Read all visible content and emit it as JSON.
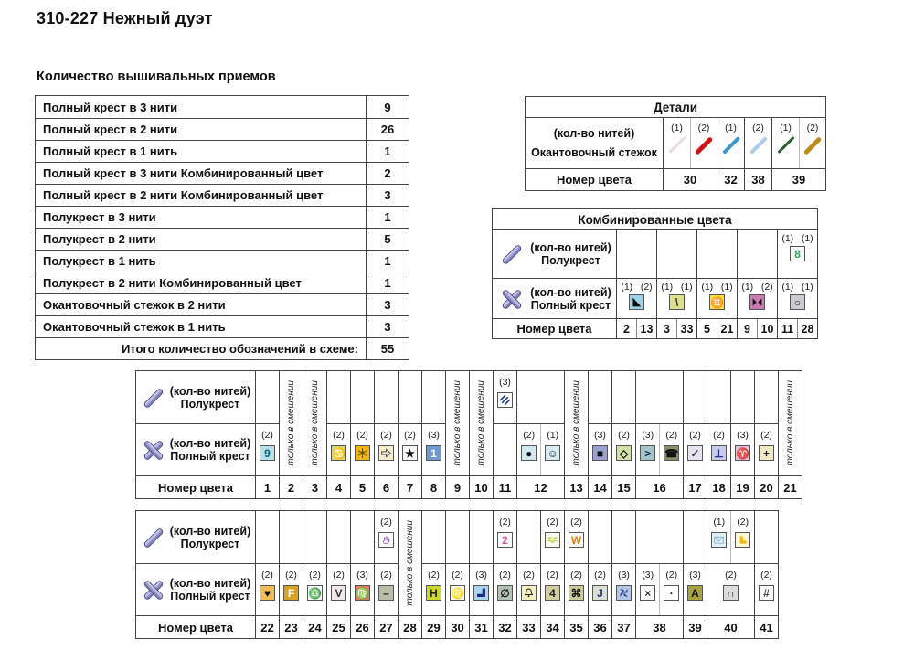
{
  "page": {
    "title": "310-227  Нежный дуэт",
    "section_title": "Количество вышивальных приемов"
  },
  "labels": {
    "count": "(кол-во нитей)",
    "half": "Полукрест",
    "full": "Полный крест",
    "number": "Номер цвета",
    "edge": "Окантовочный стежок",
    "mix": "только в смешении"
  },
  "summary": {
    "rows": [
      {
        "label": "Полный крест в 3 нити",
        "value": "9"
      },
      {
        "label": "Полный крест в 2 нити",
        "value": "26"
      },
      {
        "label": "Полный крест в 1 нить",
        "value": "1"
      },
      {
        "label": "Полный крест в 3 нити Комбинированный цвет",
        "value": "2"
      },
      {
        "label": "Полный крест в 2 нити Комбинированный цвет",
        "value": "3"
      },
      {
        "label": "Полукрест в 3 нити",
        "value": "1"
      },
      {
        "label": "Полукрест в 2 нити",
        "value": "5"
      },
      {
        "label": "Полукрест в 1 нить",
        "value": "1"
      },
      {
        "label": "Полукрест в 2 нити Комбинированный цвет",
        "value": "1"
      },
      {
        "label": "Окантовочный стежок в 2 нити",
        "value": "3"
      },
      {
        "label": "Окантовочный стежок в 1 нить",
        "value": "3"
      }
    ],
    "total_label": "Итого количество обозначений в схеме:",
    "total_value": "55"
  },
  "details": {
    "title": "Детали",
    "columns": [
      {
        "number": "30",
        "strands": [
          {
            "c": "(1)",
            "color": "#eddcdc",
            "h": 3
          },
          {
            "c": "(2)",
            "color": "#cc1414",
            "h": 5
          }
        ]
      },
      {
        "number": "32",
        "strands": [
          {
            "c": "(1)",
            "color": "#3e96cc",
            "h": 4
          }
        ]
      },
      {
        "number": "38",
        "strands": [
          {
            "c": "(2)",
            "color": "#abcdec",
            "h": 4
          }
        ]
      },
      {
        "number": "39",
        "strands": [
          {
            "c": "(1)",
            "color": "#2e5e2e",
            "h": 3
          },
          {
            "c": "(2)",
            "color": "#bd8b1a",
            "h": 5
          }
        ]
      }
    ]
  },
  "combined": {
    "title": "Комбинированные цвета",
    "pairs": [
      {
        "numbers": [
          "2",
          "13"
        ],
        "full": {
          "counts": [
            "(1)",
            "(2)"
          ],
          "g": "svg:triangle-ll",
          "bg": "#9ed3e9",
          "fg": "#111111"
        }
      },
      {
        "numbers": [
          "3",
          "33"
        ],
        "full": {
          "counts": [
            "(1)",
            "(1)"
          ],
          "g": "\\",
          "bg": "#dce08d",
          "fg": "#333333"
        }
      },
      {
        "numbers": [
          "5",
          "21"
        ],
        "full": {
          "counts": [
            "(1)",
            "(1)"
          ],
          "g": "♊",
          "bg": "#f6e339",
          "fg": "#333333"
        }
      },
      {
        "numbers": [
          "9",
          "10"
        ],
        "full": {
          "counts": [
            "(1)",
            "(2)"
          ],
          "g": "svg:bowtie",
          "bg": "#cb7ab4",
          "fg": "#111111"
        }
      },
      {
        "numbers": [
          "11",
          "28"
        ],
        "half": {
          "counts": [
            "(1)",
            "(1)"
          ],
          "g": "8",
          "bg": "#ffffff",
          "fg": "#2e9e5b"
        },
        "full": {
          "counts": [
            "(1)",
            "(1)"
          ],
          "g": "○",
          "bg": "#caccd3",
          "fg": "#222222"
        }
      }
    ]
  },
  "legend1": {
    "columns": [
      {
        "number": "1",
        "full": [
          {
            "c": "(2)",
            "g": "9",
            "bg": "#b9dfe9",
            "fg": "#0a6078"
          }
        ]
      },
      {
        "number": "2",
        "mix": true
      },
      {
        "number": "3",
        "mix": true
      },
      {
        "number": "4",
        "full": [
          {
            "c": "(2)",
            "g": "♋",
            "bg": "#d8da69",
            "fg": "#44441a"
          }
        ]
      },
      {
        "number": "5",
        "full": [
          {
            "c": "(2)",
            "g": "svg:snowflake",
            "bg": "#f2b70a",
            "fg": "#6b5100"
          }
        ]
      },
      {
        "number": "6",
        "full": [
          {
            "c": "(2)",
            "g": "svg:arrow-right",
            "bg": "#f4eecd",
            "fg": "#555555"
          }
        ]
      },
      {
        "number": "7",
        "full": [
          {
            "c": "(2)",
            "g": "★",
            "bg": "#fbf8f8",
            "fg": "#111111"
          }
        ]
      },
      {
        "number": "8",
        "full": [
          {
            "c": "(3)",
            "g": "1",
            "bg": "#6c99d2",
            "fg": "#ffffff"
          }
        ]
      },
      {
        "number": "9",
        "mix": true
      },
      {
        "number": "10",
        "mix": true
      },
      {
        "number": "11",
        "half": [
          {
            "c": "(3)",
            "g": "svg:tri-lines",
            "bg": "#ffffff",
            "fg": "#2a3f8f"
          }
        ]
      },
      {
        "number": "12",
        "span": 2,
        "full": [
          {
            "c": "(2)",
            "g": "●",
            "bg": "#d3e9f2",
            "fg": "#111111"
          },
          {
            "c": "(1)",
            "g": "☺",
            "bg": "#d8ecf4",
            "fg": "#333333"
          }
        ]
      },
      {
        "number": "13",
        "mix": true
      },
      {
        "number": "14",
        "full": [
          {
            "c": "(3)",
            "g": "■",
            "bg": "#9aa0d0",
            "fg": "#111111"
          }
        ]
      },
      {
        "number": "15",
        "full": [
          {
            "c": "(2)",
            "g": "◇",
            "bg": "#d0e1a4",
            "fg": "#111111"
          }
        ]
      },
      {
        "number": "16",
        "span": 2,
        "full": [
          {
            "c": "(3)",
            "g": ">",
            "bg": "#a3c4c9",
            "fg": "#15254f"
          },
          {
            "c": "(2)",
            "g": "☎",
            "bg": "#87906b",
            "fg": "#111111"
          }
        ]
      },
      {
        "number": "17",
        "full": [
          {
            "c": "(2)",
            "g": "✓",
            "bg": "#e9e2f2",
            "fg": "#333333"
          }
        ]
      },
      {
        "number": "18",
        "full": [
          {
            "c": "(2)",
            "g": "⊥",
            "bg": "#c8cbe9",
            "fg": "#23308f"
          }
        ]
      },
      {
        "number": "19",
        "full": [
          {
            "c": "(3)",
            "g": "♈",
            "bg": "#e4bfe6",
            "fg": "#c2379f"
          }
        ]
      },
      {
        "number": "20",
        "full": [
          {
            "c": "(2)",
            "g": "+",
            "bg": "#efe9c4",
            "fg": "#111111"
          }
        ]
      },
      {
        "number": "21",
        "mix": true
      }
    ]
  },
  "legend2": {
    "columns": [
      {
        "number": "22",
        "full": [
          {
            "c": "(2)",
            "g": "♥",
            "bg": "#f2bc57",
            "fg": "#111111"
          }
        ]
      },
      {
        "number": "23",
        "full": [
          {
            "c": "(2)",
            "g": "F",
            "bg": "#d8a41f",
            "fg": "#ffffff"
          }
        ]
      },
      {
        "number": "24",
        "full": [
          {
            "c": "(2)",
            "g": "♎",
            "bg": "#fbfbfb",
            "fg": "#111111"
          }
        ]
      },
      {
        "number": "25",
        "full": [
          {
            "c": "(2)",
            "g": "V",
            "bg": "#f1e9e9",
            "fg": "#333333"
          }
        ]
      },
      {
        "number": "26",
        "full": [
          {
            "c": "(3)",
            "g": "♍",
            "bg": "#e97b63",
            "fg": "#7e1313"
          }
        ]
      },
      {
        "number": "27",
        "half": [
          {
            "c": "(2)",
            "g": "svg:hand",
            "bg": "#fdfcfe",
            "fg": "#9a5bb5"
          }
        ],
        "full": [
          {
            "c": "(2)",
            "g": "–",
            "bg": "#b9bda9",
            "fg": "#222222"
          }
        ]
      },
      {
        "number": "28",
        "mix": true
      },
      {
        "number": "29",
        "full": [
          {
            "c": "(2)",
            "g": "H",
            "bg": "#ccd92b",
            "fg": "#222222"
          }
        ]
      },
      {
        "number": "30",
        "full": [
          {
            "c": "(2)",
            "g": "♌",
            "bg": "#fcfcfc",
            "fg": "#111111"
          }
        ]
      },
      {
        "number": "31",
        "full": [
          {
            "c": "(3)",
            "g": "svg:elbow",
            "bg": "#a9d5ee",
            "fg": "#1d2f7c"
          }
        ]
      },
      {
        "number": "32",
        "half": [
          {
            "c": "(2)",
            "g": "2",
            "bg": "#ffffff",
            "fg": "#e0549c"
          }
        ],
        "full": [
          {
            "c": "(2)",
            "g": "∅",
            "bg": "#b4c4b4",
            "fg": "#222222"
          }
        ]
      },
      {
        "number": "33",
        "full": [
          {
            "c": "(2)",
            "g": "svg:bell",
            "bg": "#f7f2bd",
            "fg": "#222222"
          }
        ]
      },
      {
        "number": "34",
        "half": [
          {
            "c": "(2)",
            "g": "svg:wavy",
            "bg": "#fefef6",
            "fg": "#b7c621"
          }
        ],
        "full": [
          {
            "c": "(2)",
            "g": "4",
            "bg": "#d2cf9e",
            "fg": "#222222"
          }
        ]
      },
      {
        "number": "35",
        "half": [
          {
            "c": "(2)",
            "g": "W",
            "bg": "#fffdf8",
            "fg": "#e28100"
          }
        ],
        "full": [
          {
            "c": "(2)",
            "g": "⌘",
            "bg": "#cccb99",
            "fg": "#111111"
          }
        ]
      },
      {
        "number": "36",
        "full": [
          {
            "c": "(2)",
            "g": "J",
            "bg": "#dbe0d4",
            "fg": "#1d2f7c"
          }
        ]
      },
      {
        "number": "37",
        "full": [
          {
            "c": "(3)",
            "g": "svg:pinwheel",
            "bg": "#b5c7e8",
            "fg": "#2a3f8f"
          }
        ]
      },
      {
        "number": "38",
        "span": 2,
        "full": [
          {
            "c": "(3)",
            "g": "×",
            "bg": "#fbfbfb",
            "fg": "#333333"
          },
          {
            "c": "(2)",
            "g": "·",
            "bg": "#fdfdfd",
            "fg": "#111111"
          }
        ]
      },
      {
        "number": "39",
        "full": [
          {
            "c": "(3)",
            "g": "A",
            "bg": "#a7a342",
            "fg": "#111111"
          }
        ]
      },
      {
        "number": "40",
        "span": 2,
        "half": [
          {
            "c": "(1)",
            "g": "svg:envelope",
            "bg": "#e1eff6",
            "fg": "#7db8d4"
          },
          {
            "c": "(2)",
            "g": "svg:l-block",
            "bg": "#fdf7da",
            "fg": "#f4b800"
          }
        ],
        "full": [
          {
            "c": "(2)",
            "g": "∩",
            "bg": "#dcdcdc",
            "fg": "#222222"
          }
        ]
      },
      {
        "number": "41",
        "full": [
          {
            "c": "(2)",
            "g": "#",
            "bg": "#fcfcfc",
            "fg": "#333333"
          }
        ]
      }
    ]
  }
}
